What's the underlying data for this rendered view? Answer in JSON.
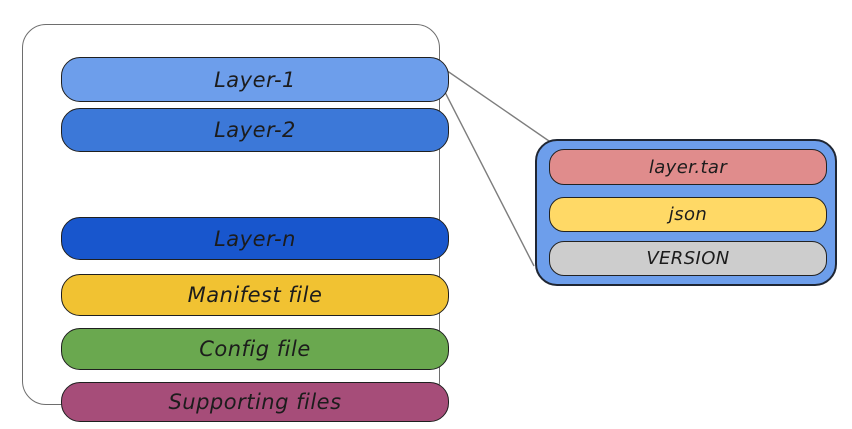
{
  "left_panel": {
    "bars": [
      {
        "label": "Layer-1",
        "color": "#6d9eeb"
      },
      {
        "label": "Layer-2",
        "color": "#3c78d8"
      },
      {
        "label": "Layer-n",
        "color": "#1856cd"
      },
      {
        "label": "Manifest file",
        "color": "#f1c232"
      },
      {
        "label": "Config file",
        "color": "#6aa84f"
      },
      {
        "label": "Supporting files",
        "color": "#a64d79"
      }
    ]
  },
  "detail_panel": {
    "color": "#6d9eeb",
    "bars": [
      {
        "label": "layer.tar",
        "color": "#e08c8c"
      },
      {
        "label": "json",
        "color": "#ffd966"
      },
      {
        "label": "VERSION",
        "color": "#cdcdcd"
      }
    ]
  },
  "styles": {
    "background": "#ffffff",
    "text_color": "#1c1c1c",
    "bar_border": "#1f1f1f",
    "left_panel_border": "#6e6e6e",
    "detail_panel_border": "#1f2633",
    "connector_color": "#7d7d7d",
    "dots_color": "#5f5f5f"
  }
}
